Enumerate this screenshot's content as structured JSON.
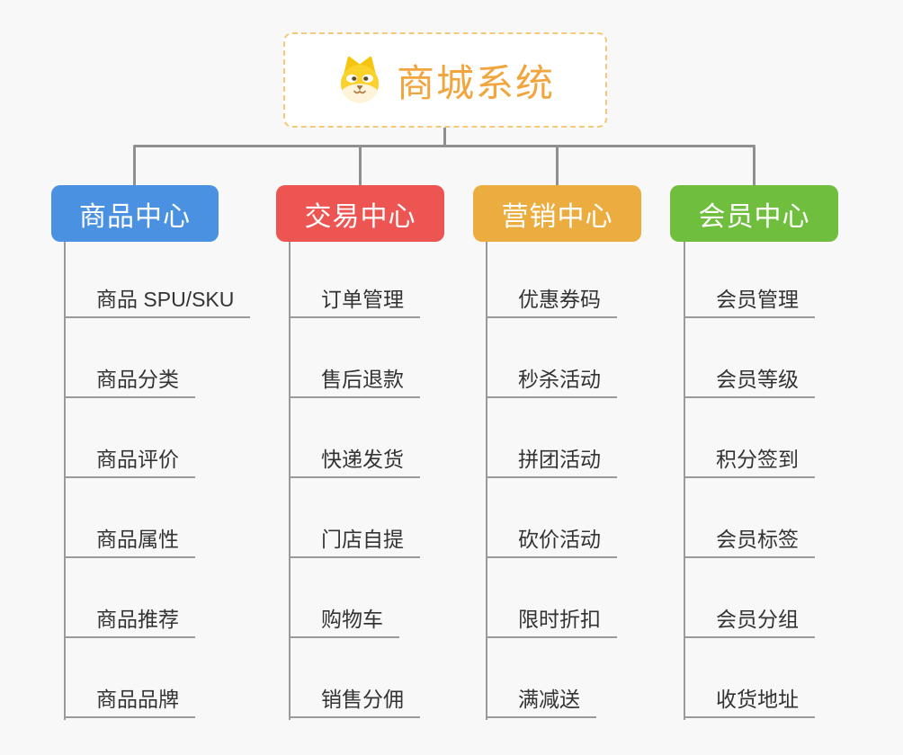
{
  "canvas": {
    "background_color": "#f8f8f8",
    "connector_color": "#8f8f8f"
  },
  "root": {
    "title": "商城系统",
    "icon": "shiba-dog-icon",
    "text_color": "#f2a43d",
    "border_color": "#f6c878"
  },
  "branches": [
    {
      "label": "商品中心",
      "color": "#4b91e2",
      "children": [
        "商品 SPU/SKU",
        "商品分类",
        "商品评价",
        "商品属性",
        "商品推荐",
        "商品品牌"
      ]
    },
    {
      "label": "交易中心",
      "color": "#ec5551",
      "children": [
        "订单管理",
        "售后退款",
        "快递发货",
        "门店自提",
        "购物车",
        "销售分佣"
      ]
    },
    {
      "label": "营销中心",
      "color": "#ebad3f",
      "children": [
        "优惠券码",
        "秒杀活动",
        "拼团活动",
        "砍价活动",
        "限时折扣",
        "满减送"
      ]
    },
    {
      "label": "会员中心",
      "color": "#6fbe3d",
      "children": [
        "会员管理",
        "会员等级",
        "积分签到",
        "会员标签",
        "会员分组",
        "收货地址"
      ]
    }
  ]
}
